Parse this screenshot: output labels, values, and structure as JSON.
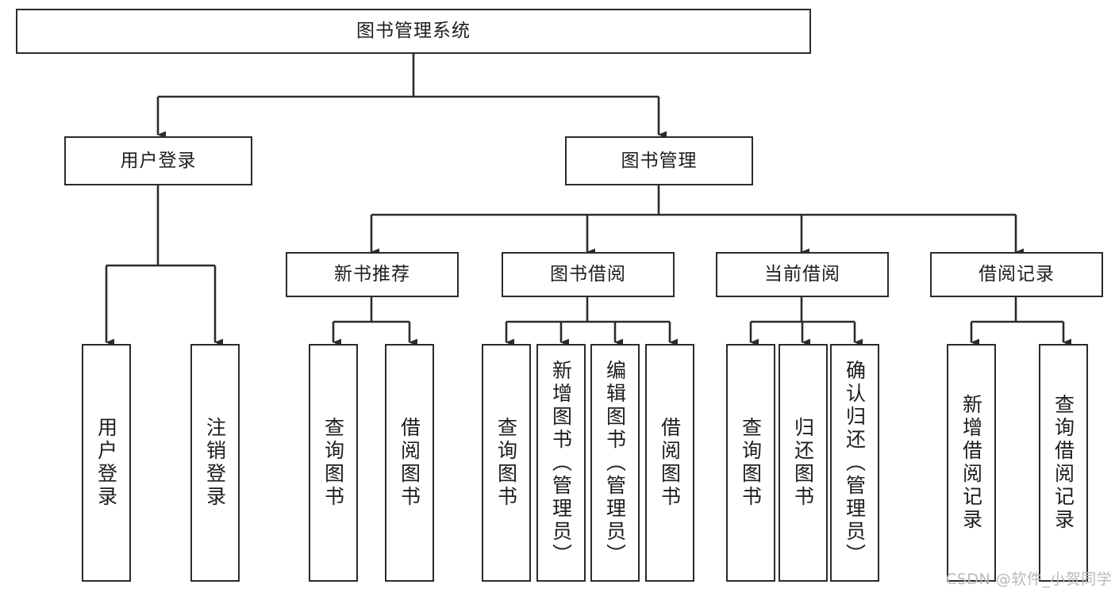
{
  "diagram": {
    "title": "图书管理系统",
    "type": "tree-hierarchy-chart",
    "orientation": "top-down",
    "line_color": "#2b2b2b",
    "box_fill": "#ffffff",
    "text_color": "#1d1d1d"
  },
  "nodes": {
    "root": {
      "label": "图书管理系统"
    },
    "level2": [
      {
        "label": "用户登录"
      },
      {
        "label": "图书管理"
      }
    ],
    "level3": [
      {
        "label": "新书推荐"
      },
      {
        "label": "图书借阅"
      },
      {
        "label": "当前借阅"
      },
      {
        "label": "借阅记录"
      }
    ],
    "leaves_user_login": [
      {
        "label": "用户登录"
      },
      {
        "label": "注销登录"
      }
    ],
    "leaves_new_book": [
      {
        "label": "查询图书"
      },
      {
        "label": "借阅图书"
      }
    ],
    "leaves_borrow": [
      {
        "label": "查询图书"
      },
      {
        "label": "新增图书（管理员）"
      },
      {
        "label": "编辑图书（管理员）"
      },
      {
        "label": "借阅图书"
      }
    ],
    "leaves_current": [
      {
        "label": "查询图书"
      },
      {
        "label": "归还图书"
      },
      {
        "label": "确认归还（管理员）"
      }
    ],
    "leaves_records": [
      {
        "label": "新增借阅记录"
      },
      {
        "label": "查询借阅记录"
      }
    ]
  },
  "watermark": {
    "text": "CSDN @软件_小贺同学"
  }
}
